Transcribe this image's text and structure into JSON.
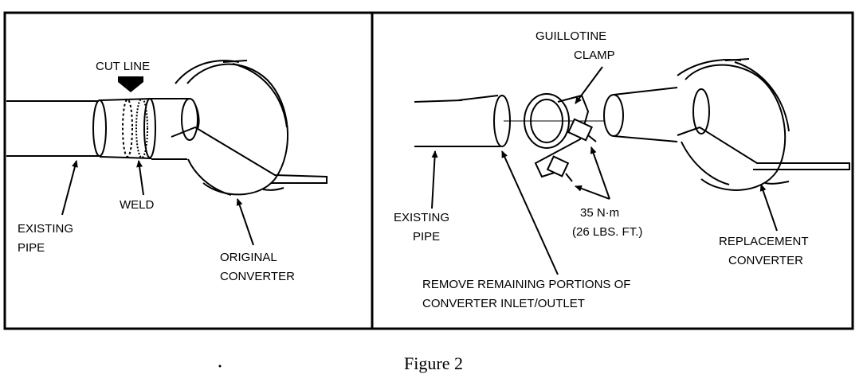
{
  "left_panel": {
    "cut_line": "CUT LINE",
    "weld": "WELD",
    "existing_pipe": [
      "EXISTING",
      "PIPE"
    ],
    "original_converter": [
      "ORIGINAL",
      "CONVERTER"
    ]
  },
  "right_panel": {
    "guillotine_clamp": [
      "GUILLOTINE",
      "CLAMP"
    ],
    "existing_pipe": [
      "EXISTING",
      "PIPE"
    ],
    "torque": [
      "35 N·m",
      "(26 LBS. FT.)"
    ],
    "replacement_converter": [
      "REPLACEMENT",
      "CONVERTER"
    ],
    "remove_note": [
      "REMOVE REMAINING PORTIONS OF",
      "CONVERTER INLET/OUTLET"
    ]
  },
  "caption": "Figure 2"
}
